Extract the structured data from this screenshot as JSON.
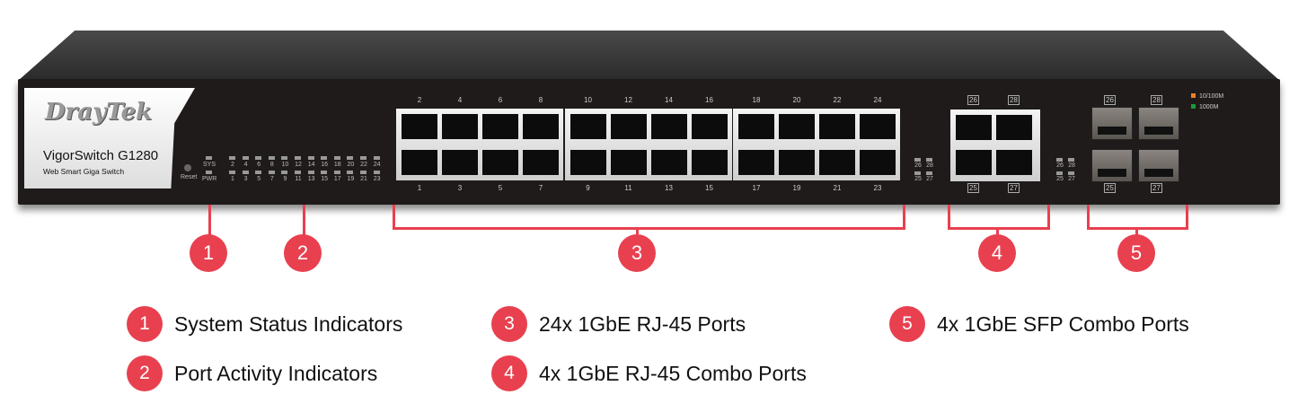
{
  "device": {
    "brand": "DrayTek",
    "model": "VigorSwitch G1280",
    "subtitle": "Web Smart Giga Switch",
    "reset_label": "Reset",
    "sys_label": "SYS",
    "pwr_label": "PWR"
  },
  "led_top": [
    "2",
    "4",
    "6",
    "8",
    "10",
    "12",
    "14",
    "16",
    "18",
    "20",
    "22",
    "24"
  ],
  "led_bottom": [
    "1",
    "3",
    "5",
    "7",
    "9",
    "11",
    "13",
    "15",
    "17",
    "19",
    "21",
    "23"
  ],
  "combo_led_top": [
    "26",
    "28"
  ],
  "combo_led_bottom": [
    "25",
    "27"
  ],
  "combo_top": [
    "26",
    "28"
  ],
  "combo_bottom": [
    "25",
    "27"
  ],
  "speed_legend": [
    {
      "label": "10/100M",
      "color": "#f08020"
    },
    {
      "label": "1000M",
      "color": "#1a9a3a"
    }
  ],
  "callouts": [
    {
      "n": "1",
      "label": "System Status Indicators"
    },
    {
      "n": "2",
      "label": "Port Activity Indicators"
    },
    {
      "n": "3",
      "label": "24x 1GbE RJ-45 Ports"
    },
    {
      "n": "4",
      "label": "4x 1GbE RJ-45 Combo Ports"
    },
    {
      "n": "5",
      "label": "4x 1GbE SFP Combo Ports"
    }
  ],
  "accent": "#e8404f"
}
